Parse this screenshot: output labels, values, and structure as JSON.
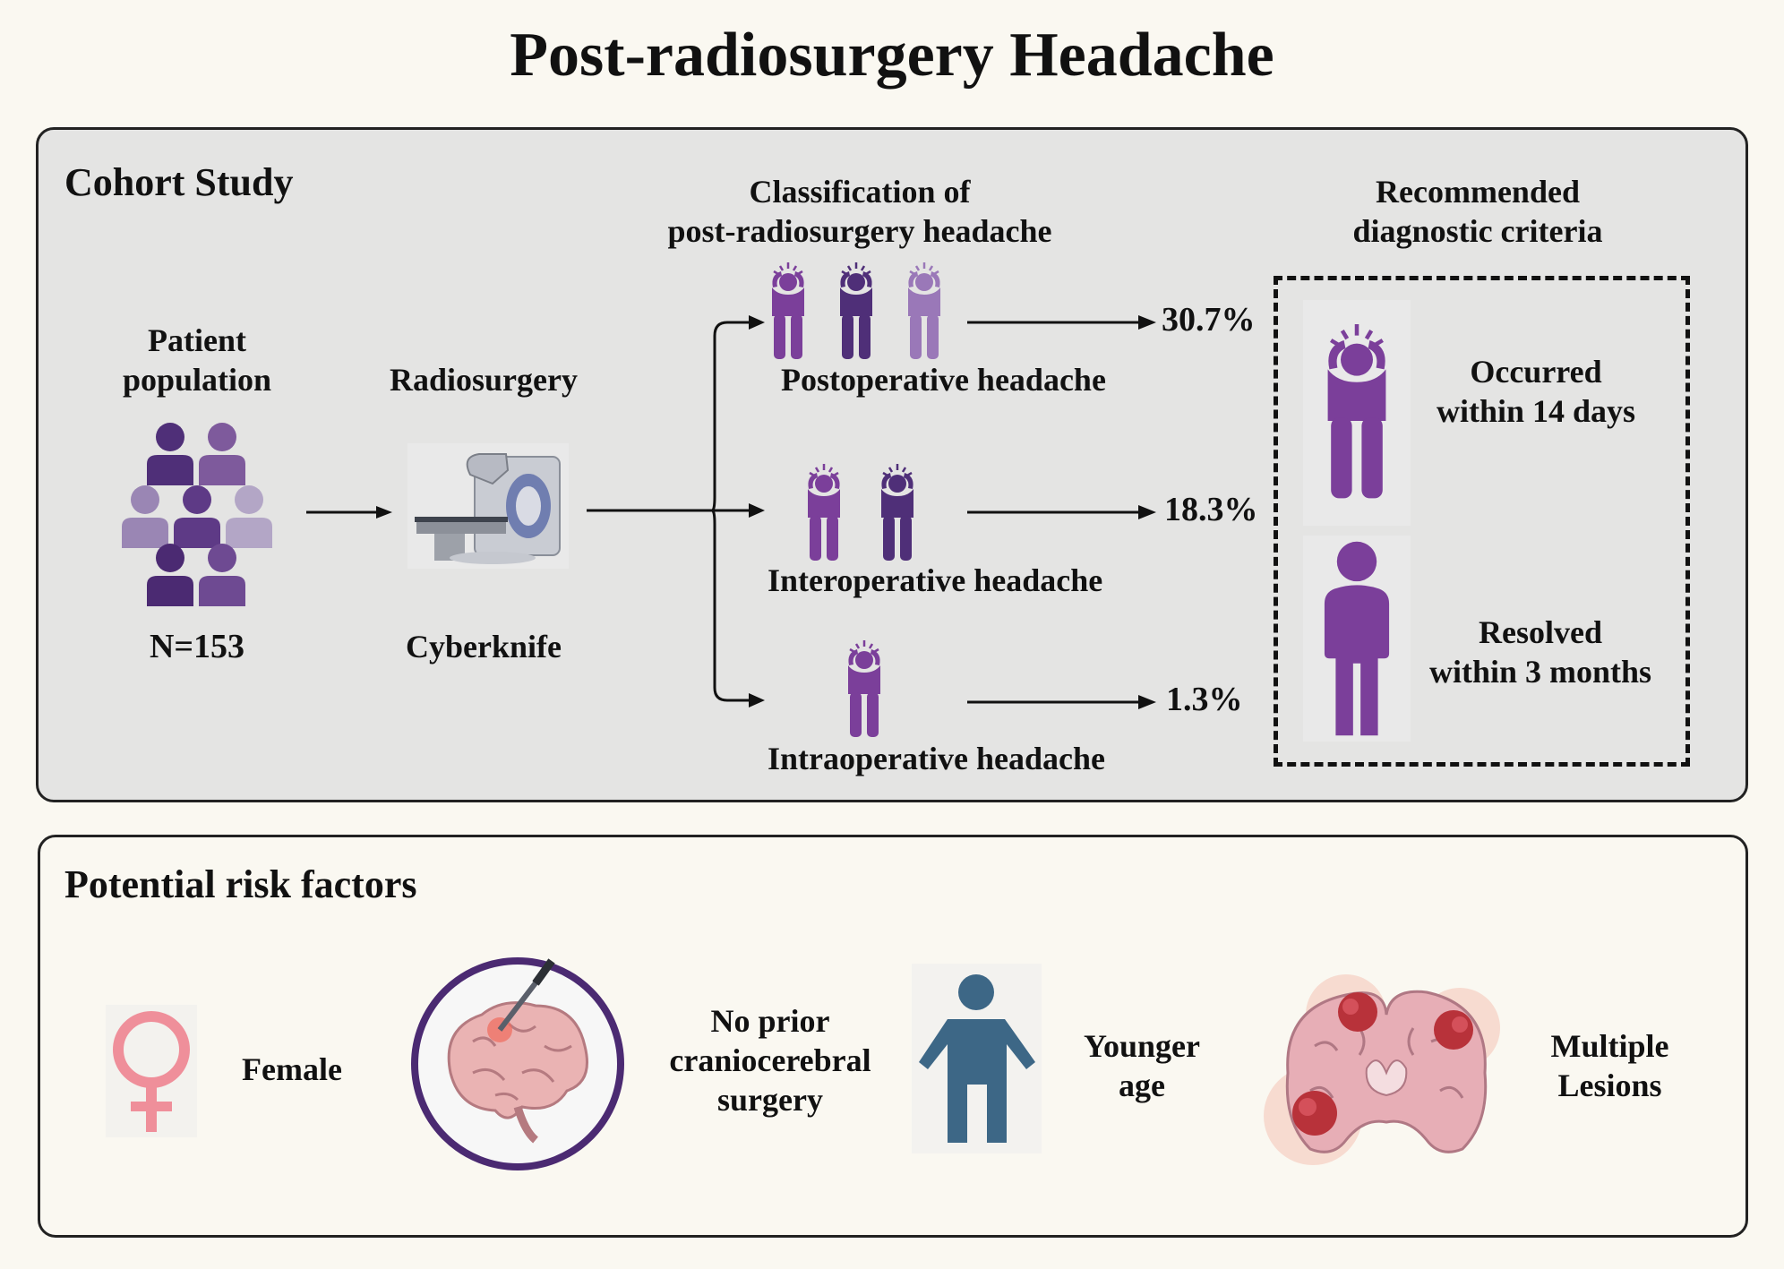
{
  "title": "Post-radiosurgery Headache",
  "cohort": {
    "heading": "Cohort Study",
    "population": {
      "label_line1": "Patient",
      "label_line2": "population",
      "n": "N=153"
    },
    "procedure": {
      "label": "Radiosurgery",
      "device": "Cyberknife"
    },
    "classification": {
      "heading_line1": "Classification of",
      "heading_line2": "post-radiosurgery headache",
      "items": [
        {
          "label": "Postoperative headache",
          "percent": "30.7%"
        },
        {
          "label": "Interoperative headache",
          "percent": "18.3%"
        },
        {
          "label": "Intraoperative headache",
          "percent": "1.3%"
        }
      ]
    },
    "criteria": {
      "heading_line1": "Recommended",
      "heading_line2": "diagnostic criteria",
      "items": [
        {
          "line1": "Occurred",
          "line2": "within 14 days"
        },
        {
          "line1": "Resolved",
          "line2": "within 3 months"
        }
      ]
    }
  },
  "risk": {
    "heading": "Potential risk factors",
    "factors": [
      {
        "line1": "Female"
      },
      {
        "line1": "No prior",
        "line2": "craniocerebral",
        "line3": "surgery"
      },
      {
        "line1": "Younger",
        "line2": "age"
      },
      {
        "line1": "Multiple",
        "line2": "Lesions"
      }
    ]
  },
  "colors": {
    "purple": "#7b3f9a",
    "dark_purple": "#4f2f78",
    "light_purple": "#9a78b8",
    "pink": "#ef8f9a",
    "teal": "#3d6786",
    "lesion_red": "#b8323a"
  },
  "icons": [
    "people-group-icon",
    "cyberknife-machine-icon",
    "headache-person-icon",
    "standing-person-icon",
    "female-symbol-icon",
    "brain-surgery-icon",
    "brain-lesions-icon"
  ]
}
